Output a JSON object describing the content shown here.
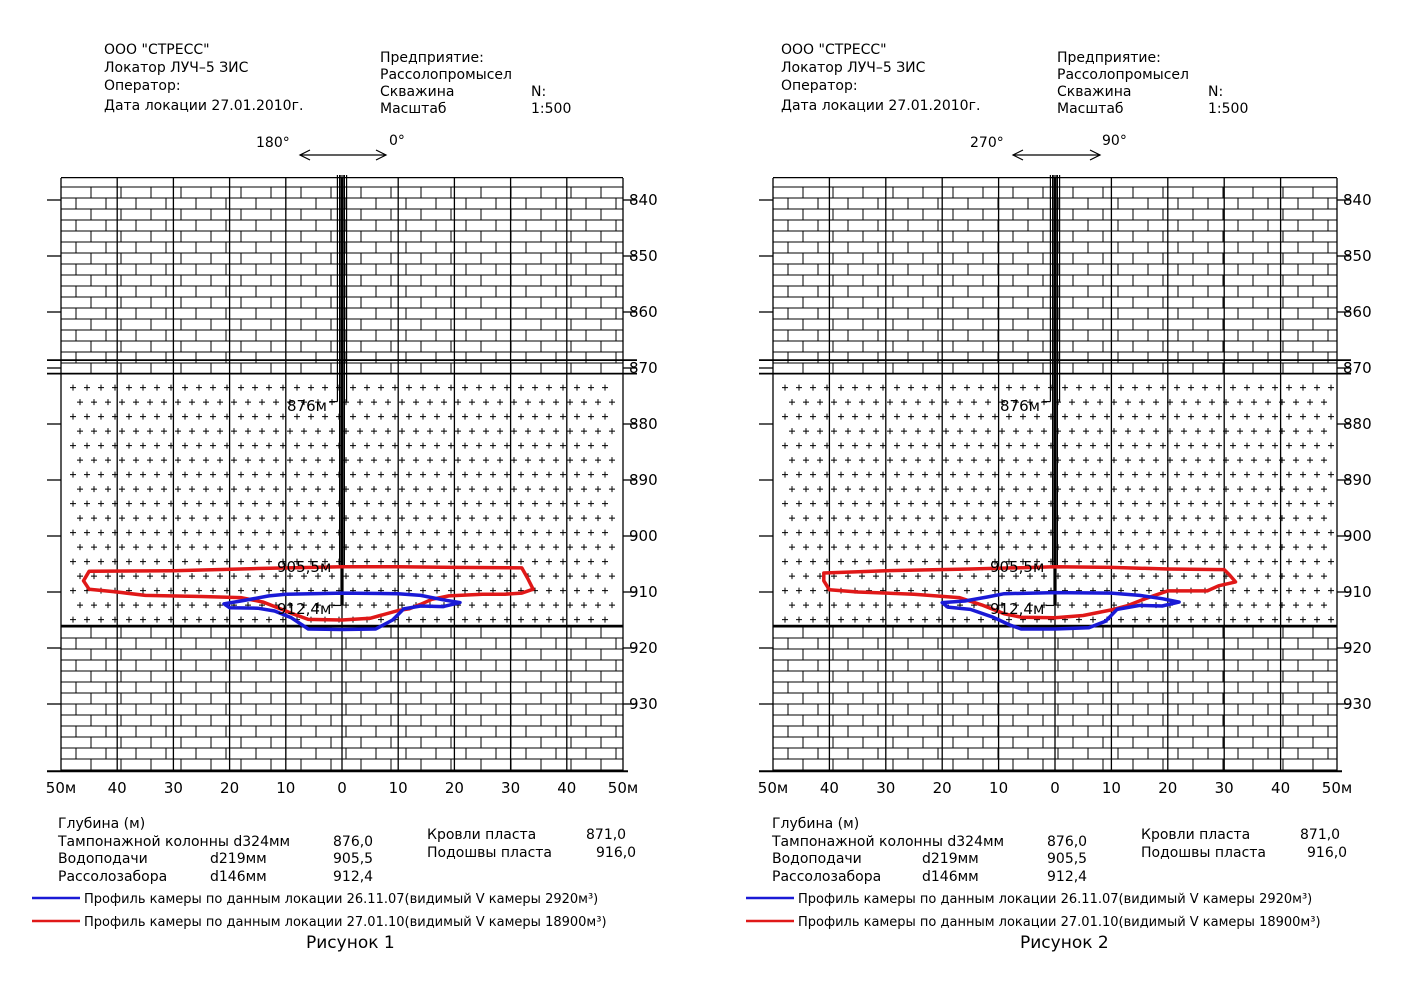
{
  "figures": [
    {
      "company": "ООО \"СТРЕСС\"",
      "instrument": "Локатор ЛУЧ–5 ЗИС",
      "operator_label": "Оператор:",
      "date_line": "Дата локации 27.01.2010г.",
      "enterprise_label": "Предприятие:",
      "enterprise_name": "Рассолопромысел",
      "well_label": "Скважина",
      "well_no_label": "N:",
      "scale_label": "Масштаб",
      "scale_value": "1:500",
      "dir_left": "180°",
      "dir_right": "0°",
      "caption": "Рисунок 1",
      "profile_2007": [
        [
          -21,
          912.1
        ],
        [
          -18,
          911.6
        ],
        [
          -13,
          910.7
        ],
        [
          -10,
          910.4
        ],
        [
          0,
          910.2
        ],
        [
          10,
          910.3
        ],
        [
          14,
          910.6
        ],
        [
          18,
          911.4
        ],
        [
          21,
          911.9
        ],
        [
          18,
          912.6
        ],
        [
          14,
          912.5
        ],
        [
          11,
          913.0
        ],
        [
          9,
          915.0
        ],
        [
          6,
          916.6
        ],
        [
          0,
          916.7
        ],
        [
          -6,
          916.6
        ],
        [
          -9,
          914.6
        ],
        [
          -12,
          913.4
        ],
        [
          -15,
          912.9
        ],
        [
          -20,
          912.8
        ]
      ],
      "profile_2010": [
        [
          -45,
          906.3
        ],
        [
          -30,
          906.2
        ],
        [
          -15,
          905.8
        ],
        [
          0,
          905.5
        ],
        [
          10,
          905.5
        ],
        [
          20,
          905.6
        ],
        [
          32,
          905.7
        ],
        [
          33,
          907.5
        ],
        [
          34,
          909.5
        ],
        [
          32,
          910.2
        ],
        [
          29,
          910.4
        ],
        [
          25,
          910.4
        ],
        [
          19,
          910.7
        ],
        [
          16,
          911.3
        ],
        [
          14,
          912.2
        ],
        [
          12,
          913.0
        ],
        [
          10,
          913.3
        ],
        [
          5,
          914.7
        ],
        [
          0,
          915.0
        ],
        [
          -6,
          914.9
        ],
        [
          -9,
          913.8
        ],
        [
          -11,
          913.0
        ],
        [
          -14,
          911.8
        ],
        [
          -18,
          911.0
        ],
        [
          -25,
          910.8
        ],
        [
          -35,
          910.6
        ],
        [
          -40,
          910.0
        ],
        [
          -45,
          909.5
        ],
        [
          -46,
          908.0
        ]
      ]
    },
    {
      "company": "ООО \"СТРЕСС\"",
      "instrument": "Локатор ЛУЧ–5 ЗИС",
      "operator_label": "Оператор:",
      "date_line": "Дата локации 27.01.2010г.",
      "enterprise_label": "Предприятие:",
      "enterprise_name": "Рассолопромысел",
      "well_label": "Скважина",
      "well_no_label": "N:",
      "scale_label": "Масштаб",
      "scale_value": "1:500",
      "dir_left": "270°",
      "dir_right": "90°",
      "caption": "Рисунок 2",
      "profile_2007": [
        [
          -20,
          911.9
        ],
        [
          -16,
          911.6
        ],
        [
          -12,
          910.9
        ],
        [
          -9,
          910.3
        ],
        [
          0,
          910.1
        ],
        [
          10,
          910.2
        ],
        [
          15,
          910.6
        ],
        [
          19,
          911.2
        ],
        [
          22,
          911.8
        ],
        [
          19,
          912.5
        ],
        [
          15,
          912.4
        ],
        [
          11,
          913.1
        ],
        [
          9,
          915.2
        ],
        [
          6,
          916.4
        ],
        [
          0,
          916.6
        ],
        [
          -6,
          916.6
        ],
        [
          -8,
          915.9
        ],
        [
          -11,
          914.5
        ],
        [
          -15,
          913.1
        ],
        [
          -19,
          912.7
        ]
      ],
      "profile_2010": [
        [
          -41,
          906.6
        ],
        [
          -30,
          906.2
        ],
        [
          -15,
          905.9
        ],
        [
          0,
          905.5
        ],
        [
          10,
          905.6
        ],
        [
          20,
          905.9
        ],
        [
          30,
          906.0
        ],
        [
          31,
          907.0
        ],
        [
          32,
          908.2
        ],
        [
          29,
          908.9
        ],
        [
          27,
          909.8
        ],
        [
          20,
          909.8
        ],
        [
          16,
          911.2
        ],
        [
          13,
          912.4
        ],
        [
          10,
          913.2
        ],
        [
          5,
          914.2
        ],
        [
          0,
          914.6
        ],
        [
          -6,
          914.5
        ],
        [
          -9,
          913.9
        ],
        [
          -13,
          912.3
        ],
        [
          -17,
          911.0
        ],
        [
          -25,
          910.4
        ],
        [
          -35,
          910.0
        ],
        [
          -40,
          909.6
        ],
        [
          -41,
          908.0
        ]
      ]
    }
  ],
  "depth_ticks": [
    "840",
    "850",
    "860",
    "870",
    "880",
    "890",
    "900",
    "910",
    "920",
    "930"
  ],
  "x_ticks": [
    "50м",
    "40",
    "30",
    "20",
    "10",
    "0",
    "10",
    "20",
    "30",
    "40",
    "50м"
  ],
  "annotations": {
    "m876": "876м",
    "m905": "905,5м",
    "m912": "912,4м"
  },
  "legend": {
    "depth_heading": "Глубина (м)",
    "rows": [
      {
        "name": "Тампонажной колонны d324мм",
        "value": "876,0"
      },
      {
        "name": "Водоподачи",
        "dia": "d219мм",
        "value": "905,5"
      },
      {
        "name": "Рассолозабора",
        "dia": "d146мм",
        "value": "912,4"
      }
    ],
    "roof_label": "Кровли пласта",
    "roof_value": "871,0",
    "sole_label": "Подошвы пласта",
    "sole_value": "916,0",
    "profile_2007": "Профиль камеры по данным локации 26.11.07(видимый V камеры 2920м³)",
    "profile_2010": "Профиль камеры по данным локации 27.01.10(видимый V камеры 18900м³)"
  },
  "colors": {
    "profile_2007": "#1a1ad6",
    "profile_2010": "#e01818",
    "ink": "#000000"
  },
  "scene": {
    "depth_range": [
      836,
      942
    ],
    "x_range": [
      -50,
      50
    ],
    "layers": [
      {
        "type": "brick",
        "from": 836,
        "to": 871
      },
      {
        "type": "halite",
        "from": 871,
        "to": 916
      },
      {
        "type": "brick",
        "from": 916,
        "to": 942
      }
    ]
  }
}
